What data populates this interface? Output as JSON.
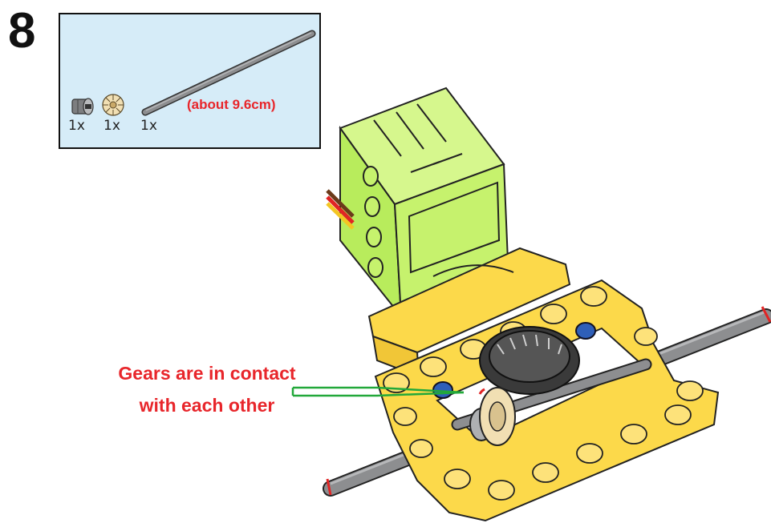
{
  "step": {
    "number": "8"
  },
  "parts": [
    {
      "name": "bush-icon",
      "qty": "1x"
    },
    {
      "name": "bevel-gear-icon",
      "qty": "1x"
    },
    {
      "name": "axle-icon",
      "qty": "1x"
    }
  ],
  "axle_note": "(about 9.6cm)",
  "callout": {
    "line1": "Gears are in contact",
    "line2": "with each other"
  },
  "colors": {
    "motor": "#c6f26d",
    "frame": "#fcd94a",
    "axle": "#8d8e90",
    "gear_dark": "#3a3a3a",
    "gear_light": "#f1dfb3",
    "connector": "#2f5fb8",
    "callout_text": "#e8262b",
    "callout_line": "#22a83a"
  }
}
